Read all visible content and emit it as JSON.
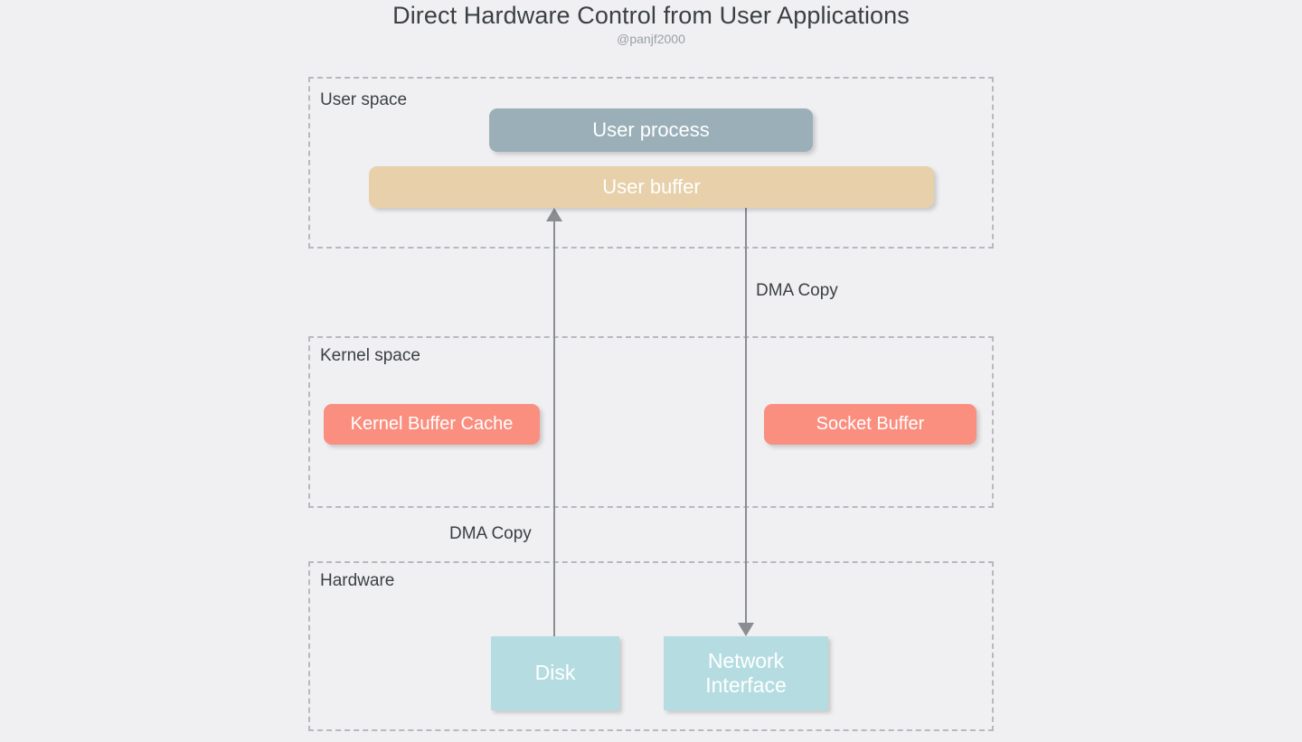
{
  "header": {
    "title": "Direct Hardware Control from User Applications",
    "subtitle": "@panjf2000"
  },
  "colors": {
    "background": "#f0f0f2",
    "zone_border": "#b6b9be",
    "user_process": "#9bafb8",
    "user_buffer": "#e7d0aa",
    "kernel_box": "#fa8f80",
    "hardware_box": "#b5dde1",
    "edge": "#8a8d91",
    "text_dark": "#3c4043",
    "text_muted": "#9aa0a6"
  },
  "zones": [
    {
      "id": "user-space",
      "label": "User space"
    },
    {
      "id": "kernel-space",
      "label": "Kernel space"
    },
    {
      "id": "hardware",
      "label": "Hardware"
    }
  ],
  "nodes": {
    "user_process": "User process",
    "user_buffer": "User buffer",
    "kernel_buffer_cache": "Kernel Buffer Cache",
    "socket_buffer": "Socket Buffer",
    "disk": "Disk",
    "network_interface_line1": "Network",
    "network_interface_line2": "Interface"
  },
  "edges": [
    {
      "id": "disk-to-user-buffer",
      "label": "DMA Copy",
      "from": "Disk",
      "to": "User buffer",
      "direction": "up"
    },
    {
      "id": "user-buffer-to-network-interface",
      "label": "DMA Copy",
      "from": "User buffer",
      "to": "Network Interface",
      "direction": "down"
    }
  ]
}
